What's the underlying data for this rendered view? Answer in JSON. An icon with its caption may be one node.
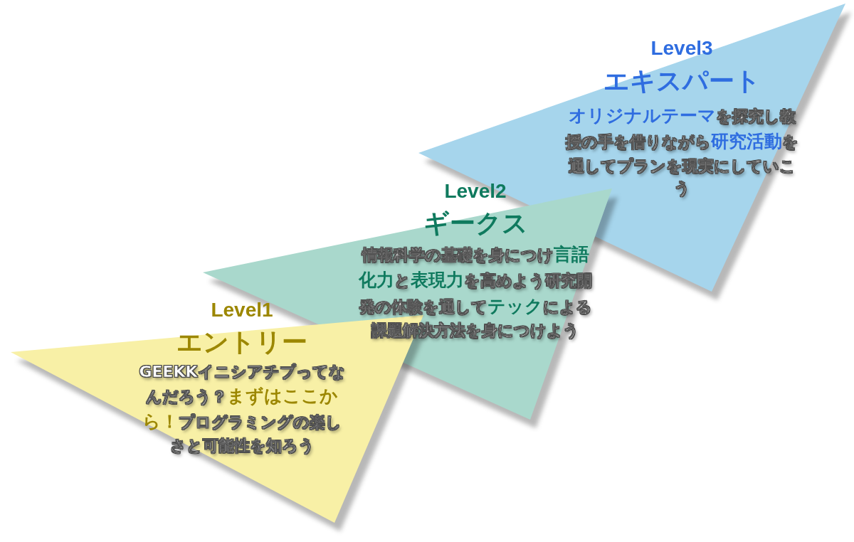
{
  "diagram": {
    "nodes": [
      {
        "text": [
          "Level1",
          "エントリー",
          "GEEKKイニシアチブってなんだろう？**まずはここから！**プログラミングの楽しさと可能性を知ろう"
        ]
      },
      {
        "text": [
          "Level2",
          "ギークス",
          "情報科学の基礎を身につけ**言語化力**と**表現力**を高めよう研究開発の体験を通して**テック**による課題解決方法を身につけよう"
        ]
      },
      {
        "text": [
          "Level3",
          "エキスパート",
          "**オリジナルテーマ**を探究し教授の手を借りながら**研究活動**を通してプランを現実にしていこう"
        ]
      }
    ]
  }
}
